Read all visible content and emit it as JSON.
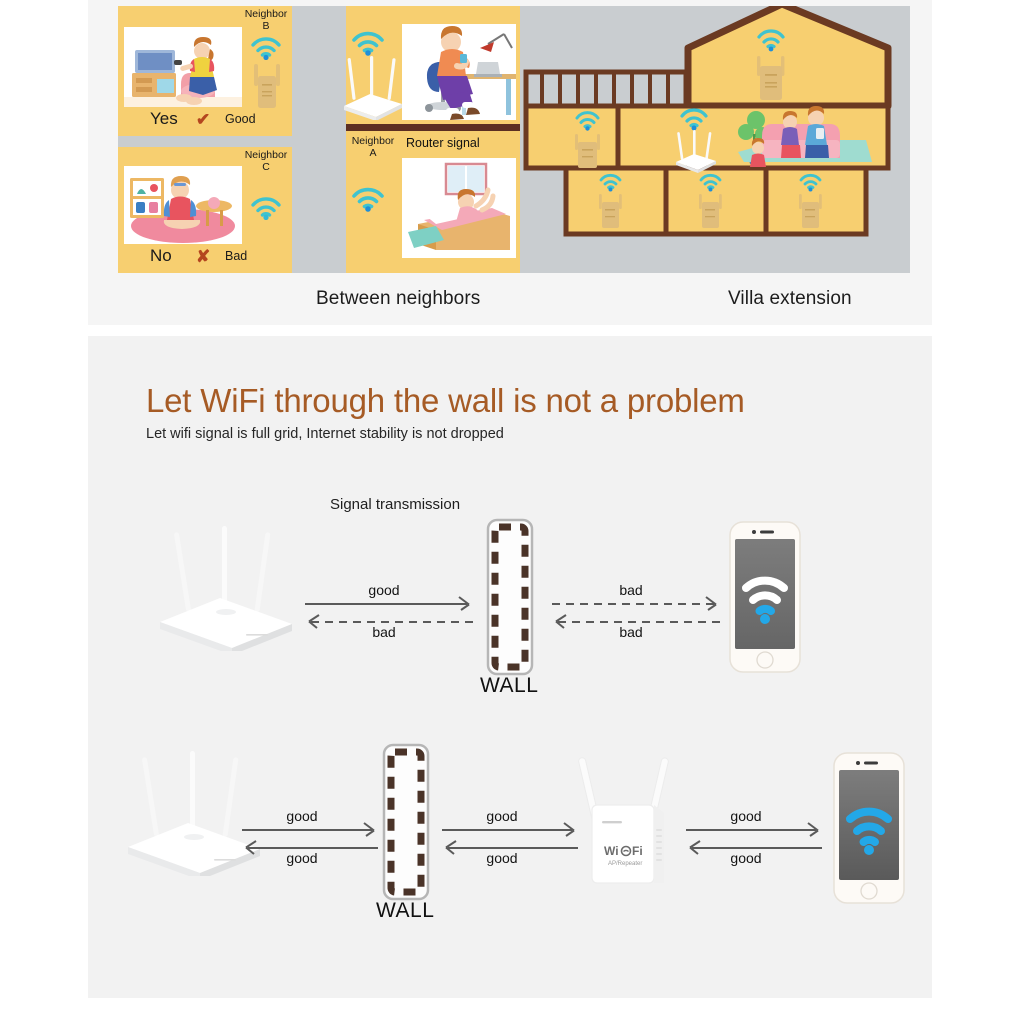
{
  "top_section": {
    "left_scene": {
      "caption": "Between neighbors",
      "panels": {
        "neighbor_b": {
          "label": "Neighbor\nB",
          "verdict": "Yes",
          "mark": "✔",
          "quality": "Good",
          "device": "wifi-repeater",
          "scene": "woman-watching-tv"
        },
        "neighbor_c": {
          "label": "Neighbor\nC",
          "verdict": "No",
          "mark": "✘",
          "quality": "Bad",
          "device": "none",
          "scene": "man-sitting-on-rug"
        },
        "neighbor_a": {
          "label": "Neighbor\nA",
          "router_signal_label": "Router signal",
          "scene_top": "man-at-desk-with-router",
          "scene_bottom": "woman-in-bed"
        }
      }
    },
    "right_scene": {
      "caption": "Villa extension",
      "description": "house-cross-section",
      "rooms": [
        {
          "name": "attic",
          "device": "repeater"
        },
        {
          "name": "left-room",
          "device": "repeater"
        },
        {
          "name": "living-room",
          "device": "router",
          "scene": "family-on-sofa"
        },
        {
          "name": "basement-left",
          "device": "repeater"
        },
        {
          "name": "basement-middle",
          "device": "repeater"
        },
        {
          "name": "basement-right",
          "device": "repeater"
        }
      ]
    }
  },
  "bottom_section": {
    "headline": "Let WiFi through the wall is not a problem",
    "subheadline": "Let wifi signal is full grid, Internet stability is not dropped",
    "signal_transmission_label": "Signal transmission",
    "wall_label": "WALL",
    "row1": {
      "source_device": "wifi-router",
      "target_device": "smartphone",
      "left_pair": {
        "top": "good",
        "bottom": "bad",
        "top_style": "solid",
        "bottom_style": "dashed"
      },
      "right_pair": {
        "top": "bad",
        "bottom": "bad",
        "top_style": "dashed",
        "bottom_style": "dashed"
      },
      "phone_signal": "weak"
    },
    "row2": {
      "source_device": "wifi-router",
      "middle_device": "wifi-repeater",
      "target_device": "smartphone",
      "left_pair": {
        "top": "good",
        "bottom": "good",
        "top_style": "solid",
        "bottom_style": "solid"
      },
      "mid_pair": {
        "top": "good",
        "bottom": "good",
        "top_style": "solid",
        "bottom_style": "solid"
      },
      "right_pair": {
        "top": "good",
        "bottom": "good",
        "top_style": "solid",
        "bottom_style": "solid"
      },
      "phone_signal": "strong"
    },
    "repeater_brand": "Wi Fi",
    "repeater_sub": "AP/Repeater"
  },
  "colors": {
    "panel_bg": "#f2f2f2",
    "yellow": "#f7cf70",
    "grey_scene": "#c9cdd0",
    "brown": "#5c2f22",
    "headline": "#a65b25",
    "teal": "#3fc3cf",
    "blue_dot": "#1f8fd8",
    "mark_red": "#b4461f"
  }
}
